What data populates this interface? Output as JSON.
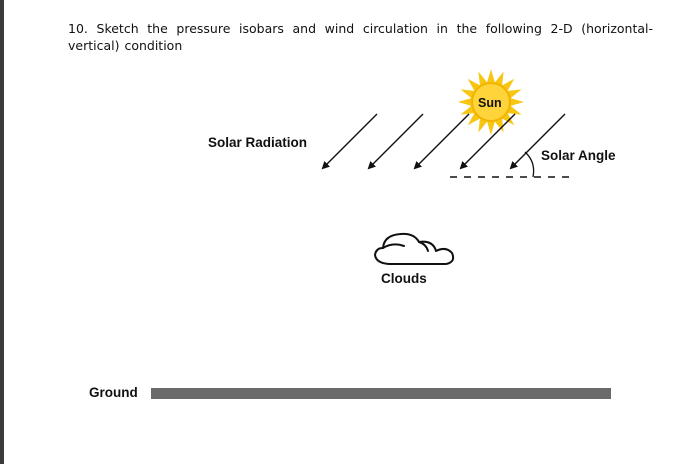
{
  "question": {
    "text": "10. Sketch the pressure isobars and wind circulation in the following 2-D (horizontal-vertical) condition"
  },
  "diagram": {
    "sun_label": "Sun",
    "solar_radiation_label": "Solar Radiation",
    "solar_angle_label": "Solar Angle",
    "clouds_label": "Clouds",
    "ground_label": "Ground",
    "radiation_ray_count": 5,
    "colors": {
      "sun_rays": "#f7c613",
      "sun_disk": "#ffd43a",
      "ground": "#6a6a6a",
      "ink": "#111111"
    },
    "icons": [
      "sun-icon",
      "cloud-icon",
      "arrow-icon",
      "angle-arc-icon"
    ]
  }
}
